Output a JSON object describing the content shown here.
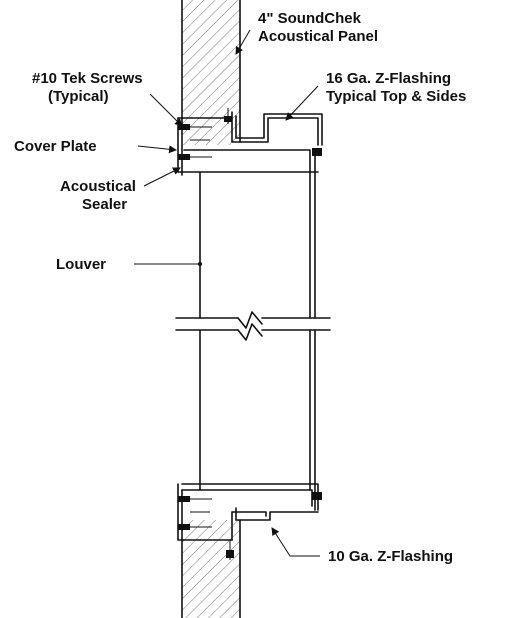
{
  "labels": {
    "panel_line1": "4\" SoundChek",
    "panel_line2": "Acoustical Panel",
    "screws_line1": "#10 Tek Screws",
    "screws_line2": "(Typical)",
    "zflash16_line1": "16 Ga. Z-Flashing",
    "zflash16_line2": "Typical Top & Sides",
    "cover_plate": "Cover Plate",
    "sealer_line1": "Acoustical",
    "sealer_line2": "Sealer",
    "louver": "Louver",
    "zflash10": "10 Ga. Z-Flashing"
  }
}
